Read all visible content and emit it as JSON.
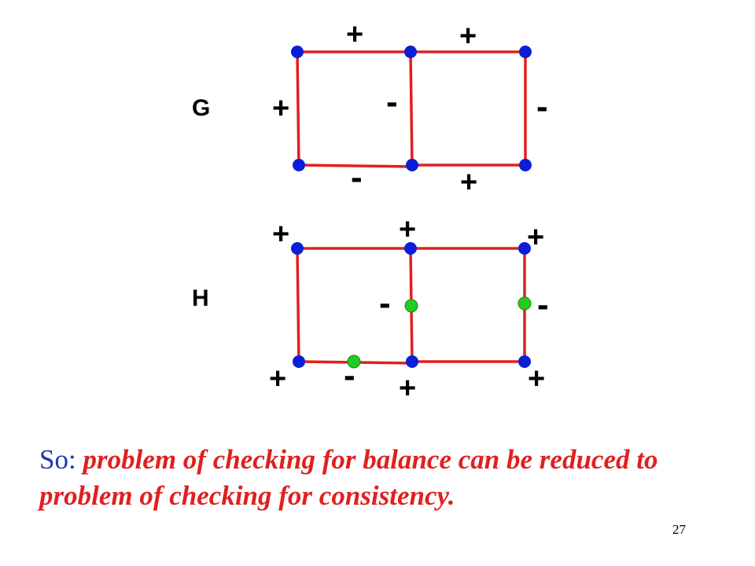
{
  "graph_g": {
    "name": "G",
    "signs": {
      "top_left": "+",
      "top_right": "+",
      "left": "+",
      "middle": "-",
      "right": "-",
      "bottom_left": "-",
      "bottom_right": "+"
    }
  },
  "graph_h": {
    "name": "H",
    "node_signs": {
      "top_left": "+",
      "top_mid": "+",
      "top_right": "+",
      "bottom_left": "+",
      "bottom_mid": "+",
      "bottom_right": "+",
      "mid_vertical": "-",
      "right_vertical": "-",
      "bottom_left_edge": "-"
    }
  },
  "caption": {
    "lead": "So: ",
    "body": "problem of checking for balance can be reduced to problem of checking for consistency."
  },
  "page_number": "27",
  "colors": {
    "edge": "#e02020",
    "node": "#0a1fd6",
    "added_node": "#22cc22",
    "caption_lead": "#2233bb",
    "caption_body": "#e02020"
  }
}
